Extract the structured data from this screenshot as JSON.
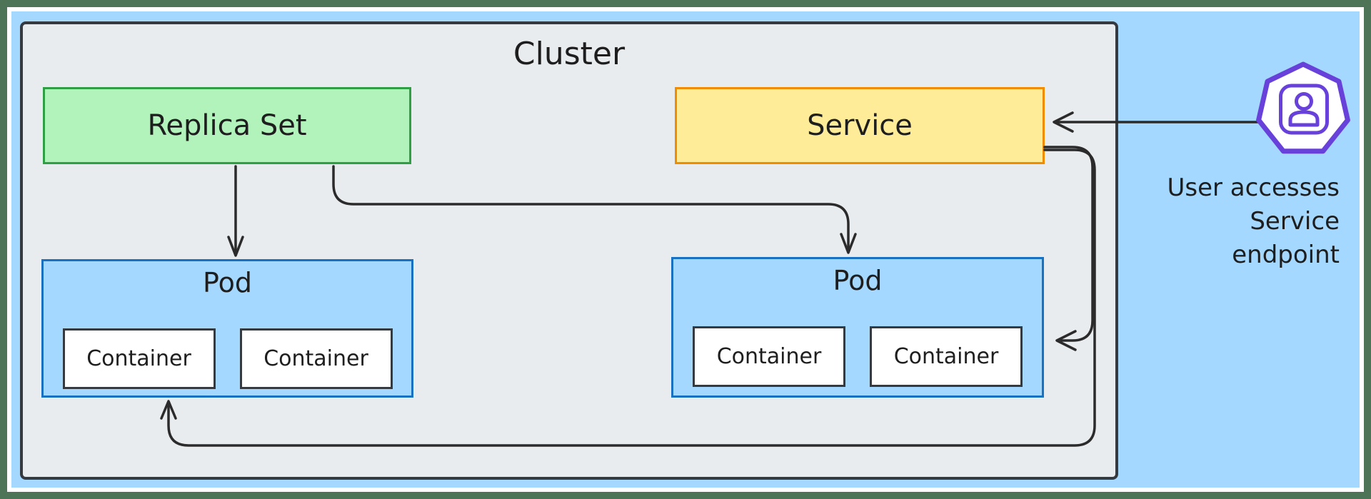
{
  "colors": {
    "frame_green": "#4d7457",
    "background_blue": "#a5d8ff",
    "cluster_fill": "#e9ecef",
    "cluster_border": "#343a40",
    "replica_set_fill": "#b2f2bb",
    "replica_set_border": "#2f9e44",
    "service_fill": "#ffec99",
    "service_border": "#f08c00",
    "pod_fill": "#a5d8ff",
    "pod_border": "#1971c2",
    "container_fill": "#ffffff",
    "container_border": "#343a40",
    "arrow": "#2b2b2b",
    "user_icon_purple": "#6741d9",
    "text": "#1e1e1e"
  },
  "cluster": {
    "label": "Cluster"
  },
  "nodes": {
    "replica_set": {
      "label": "Replica Set"
    },
    "service": {
      "label": "Service"
    },
    "pods": [
      {
        "label": "Pod",
        "containers": [
          "Container",
          "Container"
        ]
      },
      {
        "label": "Pod",
        "containers": [
          "Container",
          "Container"
        ]
      }
    ]
  },
  "annotation": {
    "text": "User accesses\nService\nendpoint"
  },
  "edges": [
    {
      "from": "replica-set",
      "to": "pod-left",
      "style": "arrow-down"
    },
    {
      "from": "replica-set",
      "to": "pod-right",
      "style": "arrow-elbow-down"
    },
    {
      "from": "user-icon",
      "to": "service",
      "style": "arrow-left"
    },
    {
      "from": "service",
      "to": "pod-right",
      "style": "arrow-side-left"
    },
    {
      "from": "service",
      "to": "pod-left",
      "style": "arrow-bottom-loop-up"
    }
  ]
}
